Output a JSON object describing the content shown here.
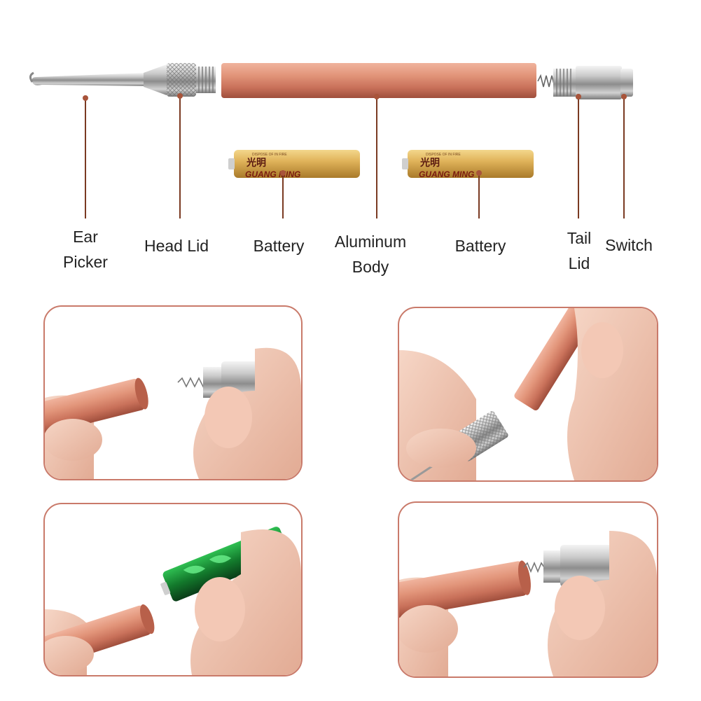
{
  "diagram": {
    "labels": {
      "ear_picker": [
        "Ear",
        "Picker"
      ],
      "head_lid": "Head Lid",
      "battery_left": "Battery",
      "aluminum_body": [
        "Aluminum",
        "Body"
      ],
      "battery_right": "Battery",
      "tail_lid": [
        "Tail",
        "Lid"
      ],
      "switch": "Switch"
    },
    "battery_print": {
      "brand_cn": "光明",
      "brand_en": "GUANG MING",
      "small_text": "DISPOSE OF IN FIRE"
    }
  },
  "colors": {
    "body_copper": "#d8866c",
    "leader_line": "#7a3a22",
    "leader_dot": "#a8543a",
    "panel_border": "#c97a6a",
    "battery_gold": "#d9a94e",
    "green_battery": "#1a8a35"
  }
}
